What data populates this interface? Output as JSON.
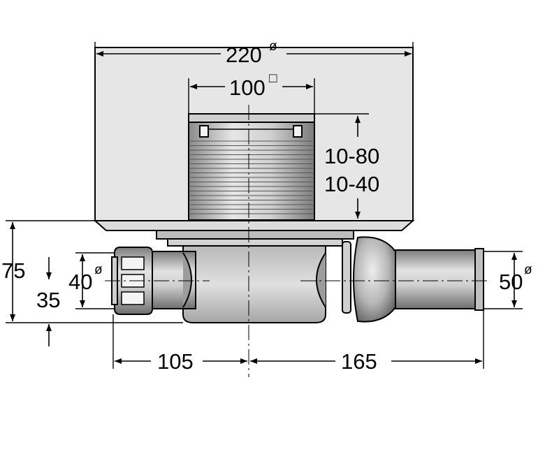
{
  "dimensions": {
    "outer_diameter": {
      "value": "220",
      "symbol": "ø"
    },
    "grate_size": {
      "value": "100",
      "symbol": "□"
    },
    "height_range_1": "10-80",
    "height_range_2": "10-40",
    "total_height": "75",
    "center_height": "35",
    "inlet_diameter": {
      "value": "40",
      "symbol": "ø"
    },
    "outlet_diameter": {
      "value": "50",
      "symbol": "ø"
    },
    "left_length": "105",
    "right_length": "165"
  }
}
